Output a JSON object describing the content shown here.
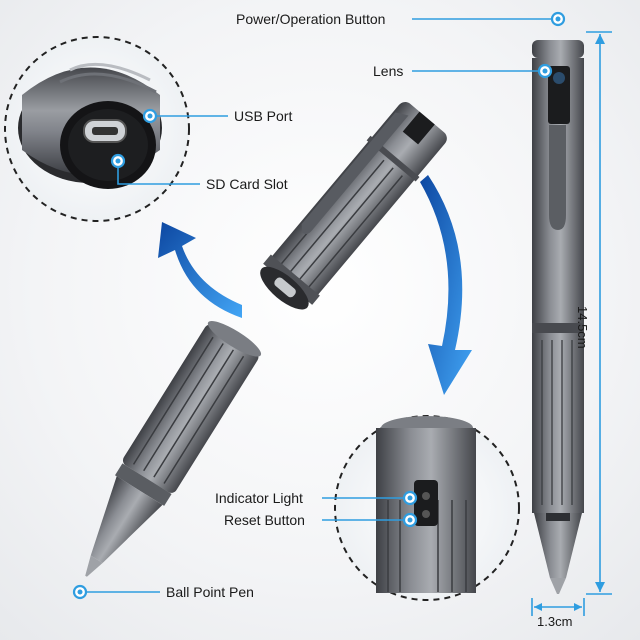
{
  "callouts": {
    "power_button": "Power/Operation Button",
    "lens": "Lens",
    "usb_port": "USB Port",
    "sd_card_slot": "SD Card Slot",
    "indicator_light": "Indicator Light",
    "reset_button": "Reset Button",
    "ball_point_pen": "Ball Point Pen"
  },
  "dimensions": {
    "length": "14.5cm",
    "diameter": "1.3cm"
  },
  "colors": {
    "callout_line": "#2f9de0",
    "arrow": "#1e88e5",
    "body_metal": "#5f6268"
  }
}
